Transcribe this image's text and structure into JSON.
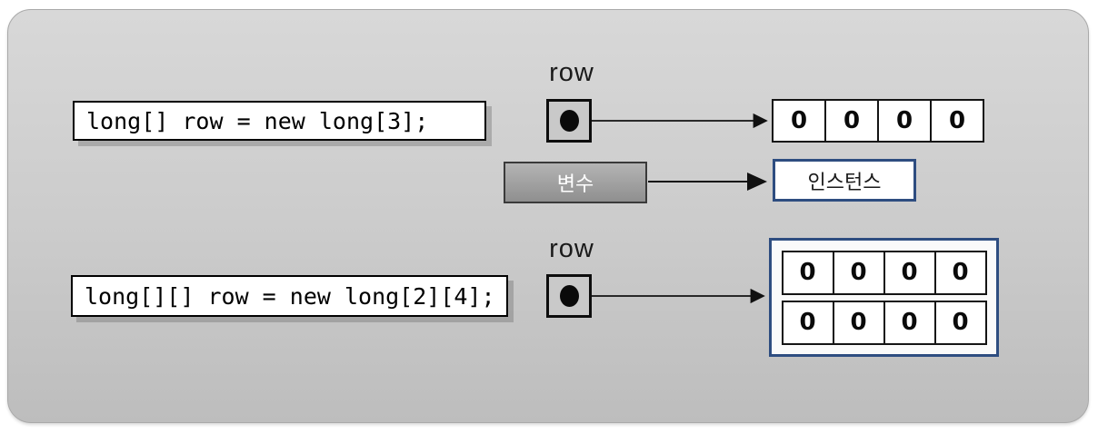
{
  "top_diagram": {
    "code": "long[] row = new long[3];",
    "pointer_label": "row",
    "cells": [
      "0",
      "0",
      "0",
      "0"
    ]
  },
  "legend": {
    "variable_label": "변수",
    "instance_label": "인스턴스"
  },
  "bottom_diagram": {
    "code": "long[][] row = new long[2][4];",
    "pointer_label": "row",
    "rows": [
      [
        "0",
        "0",
        "0",
        "0"
      ],
      [
        "0",
        "0",
        "0",
        "0"
      ]
    ]
  },
  "colors": {
    "accent_blue": "#2e4d80",
    "panel_gray_top": "#d8d8d8",
    "panel_gray_bottom": "#bdbdbd",
    "variable_box_gray": "#9f9f9f",
    "pointer_box_gray": "#c9c9c9",
    "arrow_black": "#111111"
  }
}
